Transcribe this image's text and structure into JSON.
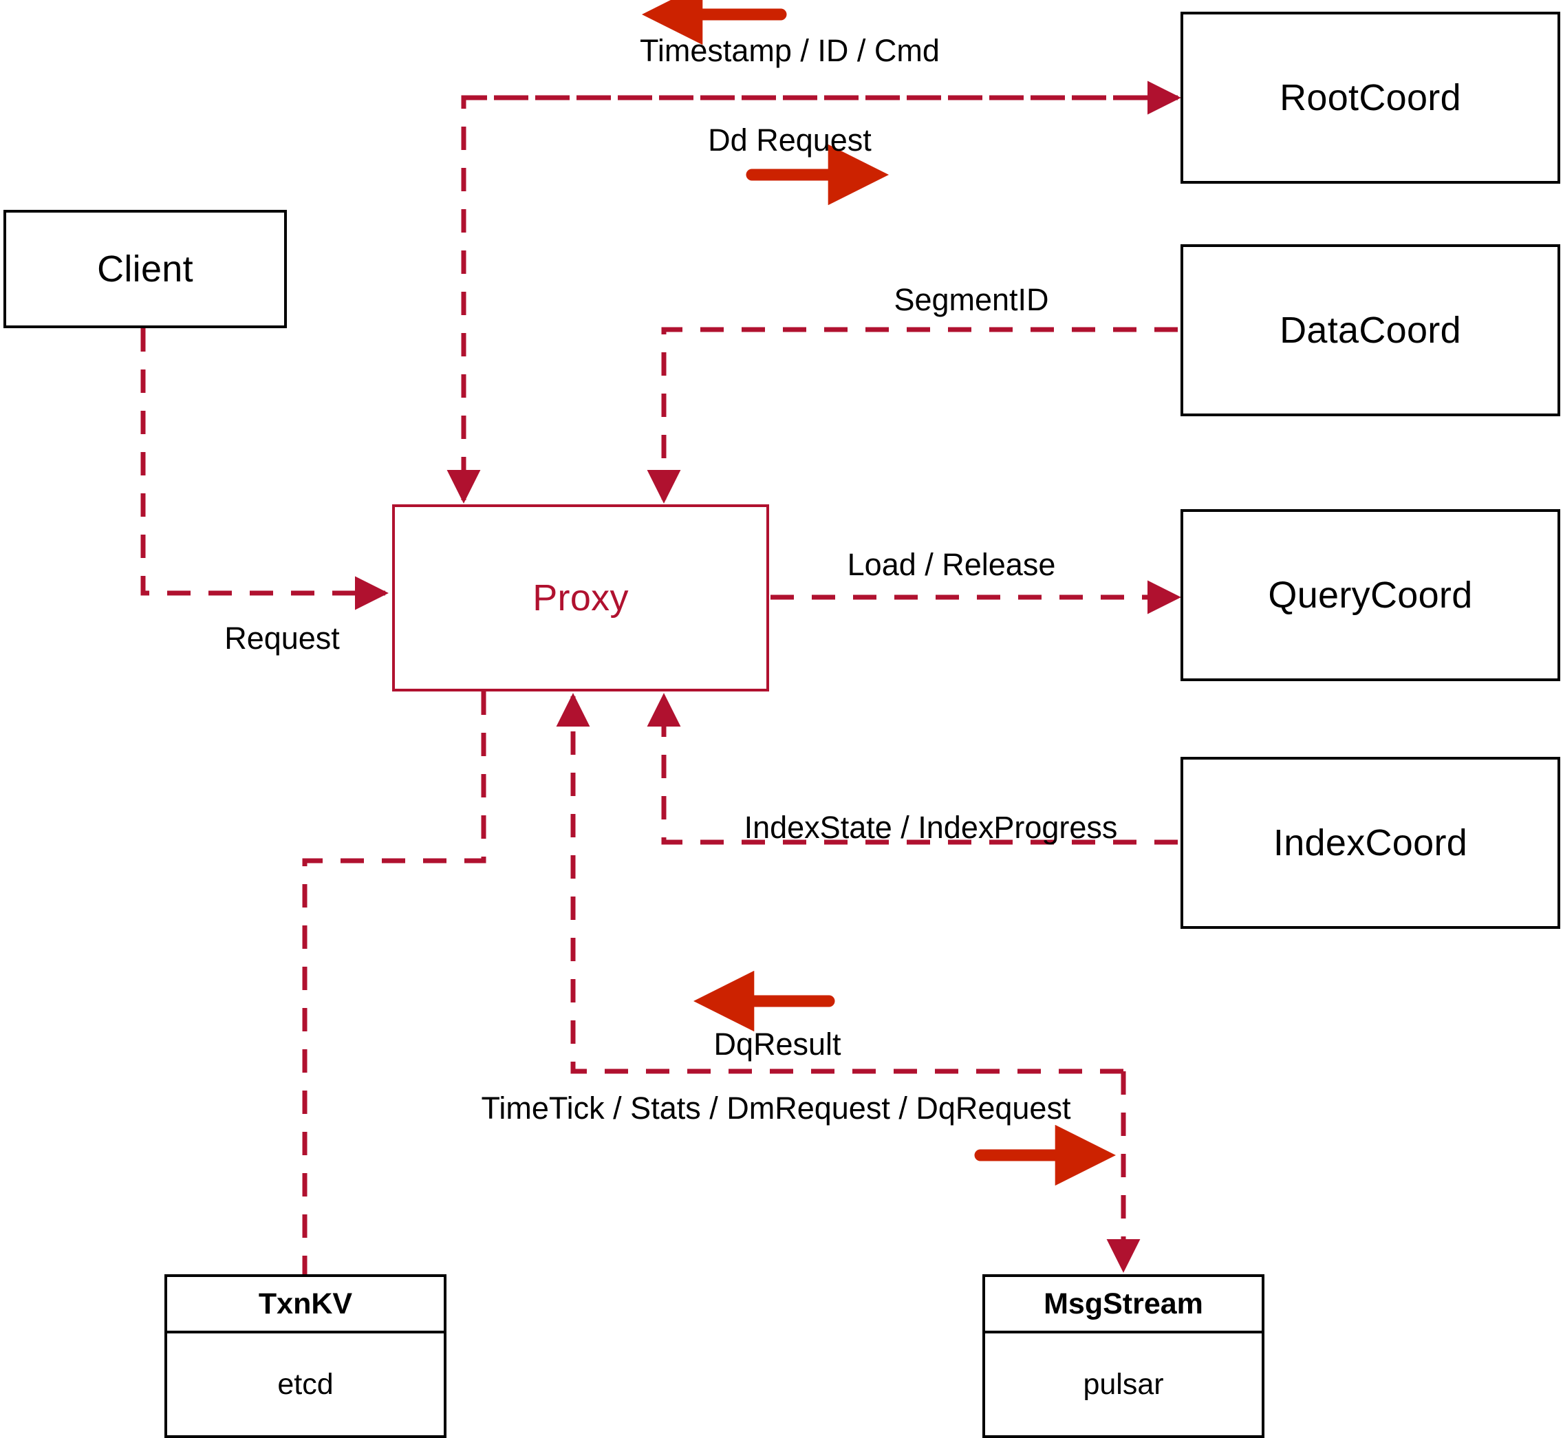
{
  "diagram": {
    "title": "Proxy component interaction diagram",
    "colors": {
      "node_border": "#000000",
      "proxy_accent": "#B0112F",
      "dashed_wire": "#B0112F",
      "bold_arrow": "#CC2200",
      "background": "#FFFFFF",
      "text": "#000000"
    }
  },
  "nodes": {
    "client": {
      "label": "Client"
    },
    "proxy": {
      "label": "Proxy"
    },
    "root_coord": {
      "label": "RootCoord"
    },
    "data_coord": {
      "label": "DataCoord"
    },
    "query_coord": {
      "label": "QueryCoord"
    },
    "index_coord": {
      "label": "IndexCoord"
    }
  },
  "stores": {
    "txnkv": {
      "title": "TxnKV",
      "impl": "etcd"
    },
    "msgstream": {
      "title": "MsgStream",
      "impl": "pulsar"
    }
  },
  "edge_labels": {
    "timestamp_id_cmd": "Timestamp / ID / Cmd",
    "dd_request": "Dd Request",
    "segment_id": "SegmentID",
    "request": "Request",
    "load_release": "Load / Release",
    "index_state_progress": "IndexState / IndexProgress",
    "dq_result": "DqResult",
    "timetick_stats": "TimeTick / Stats / DmRequest / DqRequest"
  }
}
